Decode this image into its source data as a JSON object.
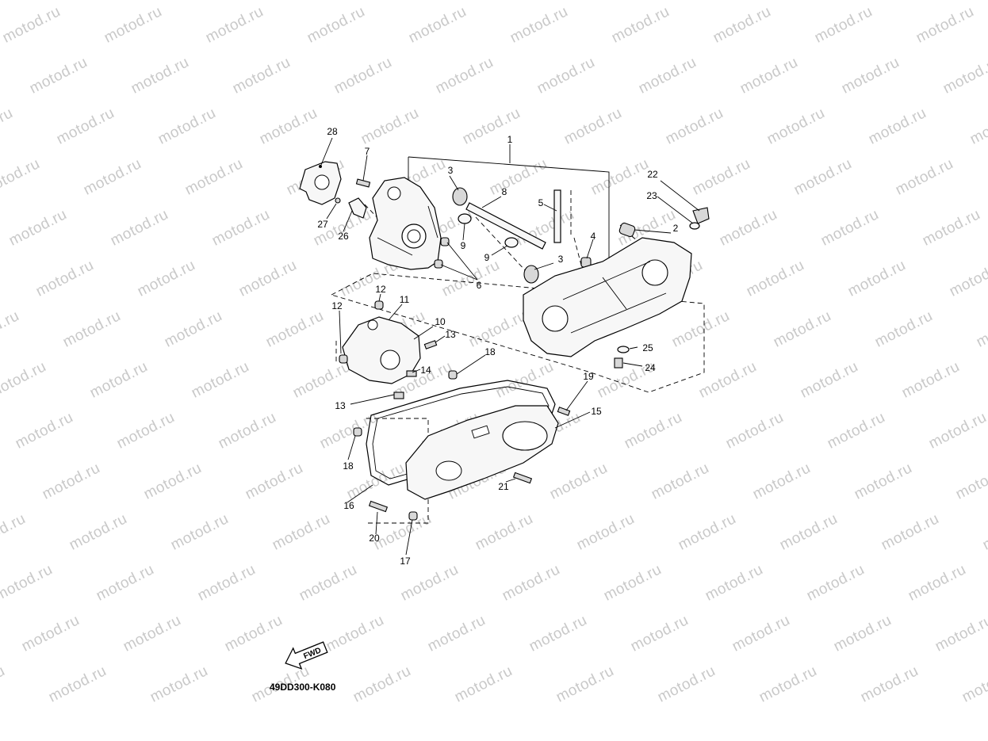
{
  "watermark": {
    "text": "motod.ru"
  },
  "diagram": {
    "code": "49DD300-K080",
    "fwd_label": "FWD",
    "callouts": [
      "1",
      "2",
      "3",
      "3",
      "4",
      "5",
      "6",
      "7",
      "8",
      "9",
      "9",
      "10",
      "11",
      "12",
      "12",
      "13",
      "13",
      "14",
      "15",
      "16",
      "17",
      "18",
      "18",
      "19",
      "20",
      "21",
      "22",
      "23",
      "24",
      "25",
      "26",
      "27",
      "28"
    ]
  }
}
